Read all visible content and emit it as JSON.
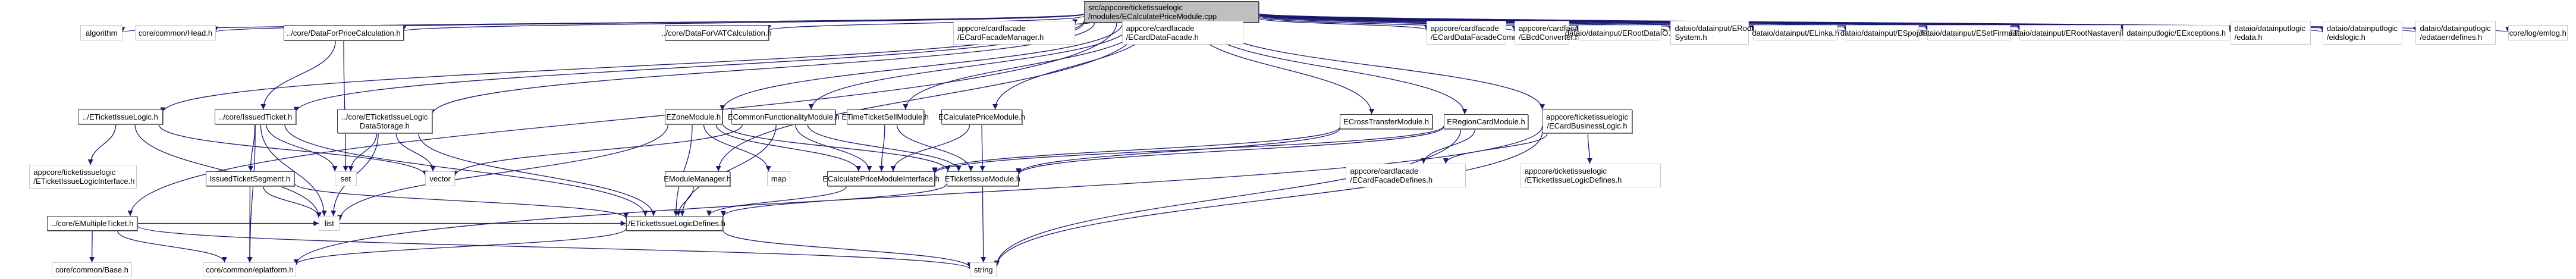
{
  "diagram": {
    "type": "include-dependency-graph",
    "edge_color": "#191970",
    "root": {
      "id": "root",
      "label": "src/appcore/ticketissuelogic\n/modules/ECalculatePriceModule.cpp"
    },
    "nodes": [
      {
        "id": "algorithm",
        "label": "algorithm",
        "kind": "ext"
      },
      {
        "id": "head",
        "label": "core/common/Head.h",
        "kind": "ext"
      },
      {
        "id": "dfpc",
        "label": "../core/DataForPriceCalculation.h",
        "kind": "local"
      },
      {
        "id": "dfvat",
        "label": "../core/DataForVATCalculation.h",
        "kind": "local"
      },
      {
        "id": "cfmgr",
        "label": "appcore/cardfacade\n/ECardFacadeManager.h",
        "kind": "ext"
      },
      {
        "id": "cdf",
        "label": "appcore/cardfacade\n/ECardDataFacade.h",
        "kind": "ext"
      },
      {
        "id": "cdfc",
        "label": "appcore/cardfacade\n/ECardDataFacadeCommon.h",
        "kind": "ext"
      },
      {
        "id": "bcd",
        "label": "appcore/cardfacade\n/EBcdConverter.h",
        "kind": "ext"
      },
      {
        "id": "rootdataio",
        "label": "dataio/datainput/ERootDataIO.h",
        "kind": "ext"
      },
      {
        "id": "roottarif",
        "label": "dataio/datainput/ERootTarifny\nSystem.h",
        "kind": "ext"
      },
      {
        "id": "linka",
        "label": "dataio/datainput/ELinka.h",
        "kind": "ext"
      },
      {
        "id": "spoj",
        "label": "dataio/datainput/ESpoj.h",
        "kind": "ext"
      },
      {
        "id": "setfirma",
        "label": "dataio/datainput/ESetFirma.h",
        "kind": "ext"
      },
      {
        "id": "rootnast",
        "label": "dataio/datainput/ERootNastavenia.h",
        "kind": "ext"
      },
      {
        "id": "exceptions",
        "label": "datainputlogic/EExceptions.h",
        "kind": "ext"
      },
      {
        "id": "edata",
        "label": "dataio/datainputlogic\n/edata.h",
        "kind": "ext"
      },
      {
        "id": "eidslogic",
        "label": "dataio/datainputlogic\n/eidslogic.h",
        "kind": "ext"
      },
      {
        "id": "edataerr",
        "label": "dataio/datainputlogic\n/edataerrdefines.h",
        "kind": "ext"
      },
      {
        "id": "emlog",
        "label": "core/log/emlog.h",
        "kind": "ext"
      },
      {
        "id": "etil",
        "label": "../ETicketIssueLogic.h",
        "kind": "local"
      },
      {
        "id": "issued",
        "label": "../core/IssuedTicket.h",
        "kind": "local"
      },
      {
        "id": "storage",
        "label": "../core/ETicketIssueLogic\nDataStorage.h",
        "kind": "local"
      },
      {
        "id": "zone",
        "label": "EZoneModule.h",
        "kind": "local"
      },
      {
        "id": "commonfn",
        "label": "ECommonFunctionalityModule.h",
        "kind": "local"
      },
      {
        "id": "timesell",
        "label": "ETimeTicketSellModule.h",
        "kind": "local"
      },
      {
        "id": "calcprice",
        "label": "ECalculatePriceModule.h",
        "kind": "local"
      },
      {
        "id": "crosstr",
        "label": "ECrossTransferModule.h",
        "kind": "local"
      },
      {
        "id": "regioncard",
        "label": "ERegionCardModule.h",
        "kind": "local"
      },
      {
        "id": "cardbl",
        "label": "appcore/ticketissuelogic\n/ECardBusinessLogic.h",
        "kind": "local"
      },
      {
        "id": "etilif",
        "label": "appcore/ticketissuelogic\n/ETicketIssueLogicInterface.h",
        "kind": "ext"
      },
      {
        "id": "segment",
        "label": "IssuedTicketSegment.h",
        "kind": "local"
      },
      {
        "id": "set",
        "label": "set",
        "kind": "ext"
      },
      {
        "id": "vector",
        "label": "vector",
        "kind": "ext"
      },
      {
        "id": "modmgr",
        "label": "EModuleManager.h",
        "kind": "local"
      },
      {
        "id": "map",
        "label": "map",
        "kind": "ext"
      },
      {
        "id": "cpmi",
        "label": "ECalculatePriceModuleInterface.h",
        "kind": "local"
      },
      {
        "id": "tim",
        "label": "ETicketIssueModule.h",
        "kind": "local"
      },
      {
        "id": "cfdef",
        "label": "appcore/cardfacade\n/ECardFacadeDefines.h",
        "kind": "ext"
      },
      {
        "id": "tildef_ext",
        "label": "appcore/ticketissuelogic\n/ETicketIssueLogicDefines.h",
        "kind": "ext"
      },
      {
        "id": "multi",
        "label": "../core/EMultipleTicket.h",
        "kind": "local"
      },
      {
        "id": "list",
        "label": "list",
        "kind": "ext"
      },
      {
        "id": "tildef",
        "label": "../ETicketIssueLogicDefines.h",
        "kind": "local"
      },
      {
        "id": "base",
        "label": "core/common/Base.h",
        "kind": "ext"
      },
      {
        "id": "eplatform",
        "label": "core/common/eplatform.h",
        "kind": "ext"
      },
      {
        "id": "string",
        "label": "string",
        "kind": "ext"
      }
    ],
    "edges": [
      [
        "root",
        "algorithm"
      ],
      [
        "root",
        "head"
      ],
      [
        "root",
        "dfpc"
      ],
      [
        "root",
        "dfvat"
      ],
      [
        "root",
        "cfmgr"
      ],
      [
        "root",
        "cdf"
      ],
      [
        "root",
        "cdfc"
      ],
      [
        "root",
        "bcd"
      ],
      [
        "root",
        "rootdataio"
      ],
      [
        "root",
        "roottarif"
      ],
      [
        "root",
        "linka"
      ],
      [
        "root",
        "spoj"
      ],
      [
        "root",
        "setfirma"
      ],
      [
        "root",
        "rootnast"
      ],
      [
        "root",
        "exceptions"
      ],
      [
        "root",
        "edata"
      ],
      [
        "root",
        "eidslogic"
      ],
      [
        "root",
        "edataerr"
      ],
      [
        "root",
        "emlog"
      ],
      [
        "root",
        "etil"
      ],
      [
        "root",
        "issued"
      ],
      [
        "root",
        "storage"
      ],
      [
        "root",
        "zone"
      ],
      [
        "root",
        "commonfn"
      ],
      [
        "root",
        "timesell"
      ],
      [
        "root",
        "calcprice"
      ],
      [
        "root",
        "crosstr"
      ],
      [
        "root",
        "regioncard"
      ],
      [
        "root",
        "cardbl"
      ],
      [
        "root",
        "modmgr"
      ],
      [
        "root",
        "multi"
      ],
      [
        "dfpc",
        "issued"
      ],
      [
        "dfpc",
        "set"
      ],
      [
        "etil",
        "etilif"
      ],
      [
        "etil",
        "vector"
      ],
      [
        "etil",
        "list"
      ],
      [
        "issued",
        "segment"
      ],
      [
        "issued",
        "set"
      ],
      [
        "issued",
        "list"
      ],
      [
        "issued",
        "tildef"
      ],
      [
        "issued",
        "eplatform"
      ],
      [
        "storage",
        "set"
      ],
      [
        "storage",
        "vector"
      ],
      [
        "storage",
        "list"
      ],
      [
        "storage",
        "tildef"
      ],
      [
        "segment",
        "list"
      ],
      [
        "segment",
        "eplatform"
      ],
      [
        "segment",
        "tildef"
      ],
      [
        "zone",
        "cpmi"
      ],
      [
        "zone",
        "tim"
      ],
      [
        "zone",
        "map"
      ],
      [
        "zone",
        "tildef"
      ],
      [
        "zone",
        "list"
      ],
      [
        "commonfn",
        "vector"
      ],
      [
        "commonfn",
        "cpmi"
      ],
      [
        "commonfn",
        "tim"
      ],
      [
        "commonfn",
        "tildef"
      ],
      [
        "timesell",
        "cpmi"
      ],
      [
        "timesell",
        "tim"
      ],
      [
        "calcprice",
        "cpmi"
      ],
      [
        "calcprice",
        "tim"
      ],
      [
        "crosstr",
        "cpmi"
      ],
      [
        "crosstr",
        "tim"
      ],
      [
        "regioncard",
        "cpmi"
      ],
      [
        "regioncard",
        "tim"
      ],
      [
        "regioncard",
        "cfdef"
      ],
      [
        "regioncard",
        "string"
      ],
      [
        "cardbl",
        "cfdef"
      ],
      [
        "cardbl",
        "tildef_ext"
      ],
      [
        "cardbl",
        "string"
      ],
      [
        "cardbl",
        "eplatform"
      ],
      [
        "modmgr",
        "tildef"
      ],
      [
        "cpmi",
        "tildef"
      ],
      [
        "tim",
        "tildef"
      ],
      [
        "tim",
        "string"
      ],
      [
        "multi",
        "list"
      ],
      [
        "multi",
        "base"
      ],
      [
        "multi",
        "eplatform"
      ],
      [
        "multi",
        "string"
      ],
      [
        "tildef",
        "eplatform"
      ],
      [
        "tildef",
        "string"
      ],
      [
        "list",
        "tildef"
      ]
    ]
  }
}
